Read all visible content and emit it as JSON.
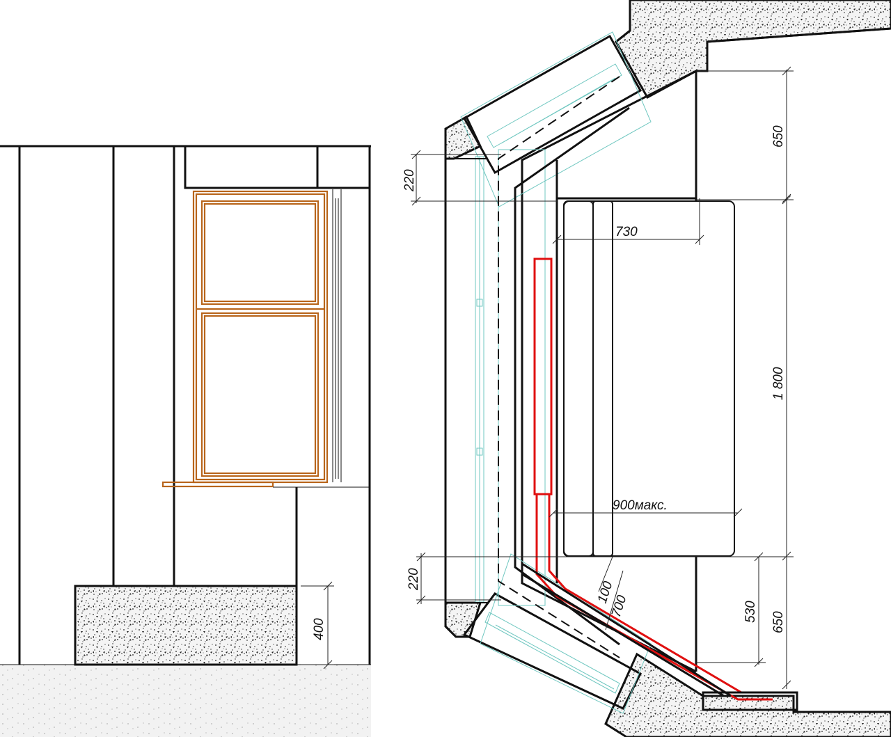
{
  "dimensions": {
    "left_height_400": "400",
    "top_depth_220": "220",
    "top_run_650": "650",
    "width_730": "730",
    "height_1800": "1 800",
    "width_900": "900макс.",
    "bottom_depth_220": "220",
    "diag_100": "100",
    "diag_700": "700",
    "bottom_530": "530",
    "bottom_run_650": "650"
  },
  "colors": {
    "heating_pipe": "#e01010",
    "window_frame": "#b8651b",
    "glazing": "#6fc7c0",
    "wall_outline": "#111111"
  }
}
